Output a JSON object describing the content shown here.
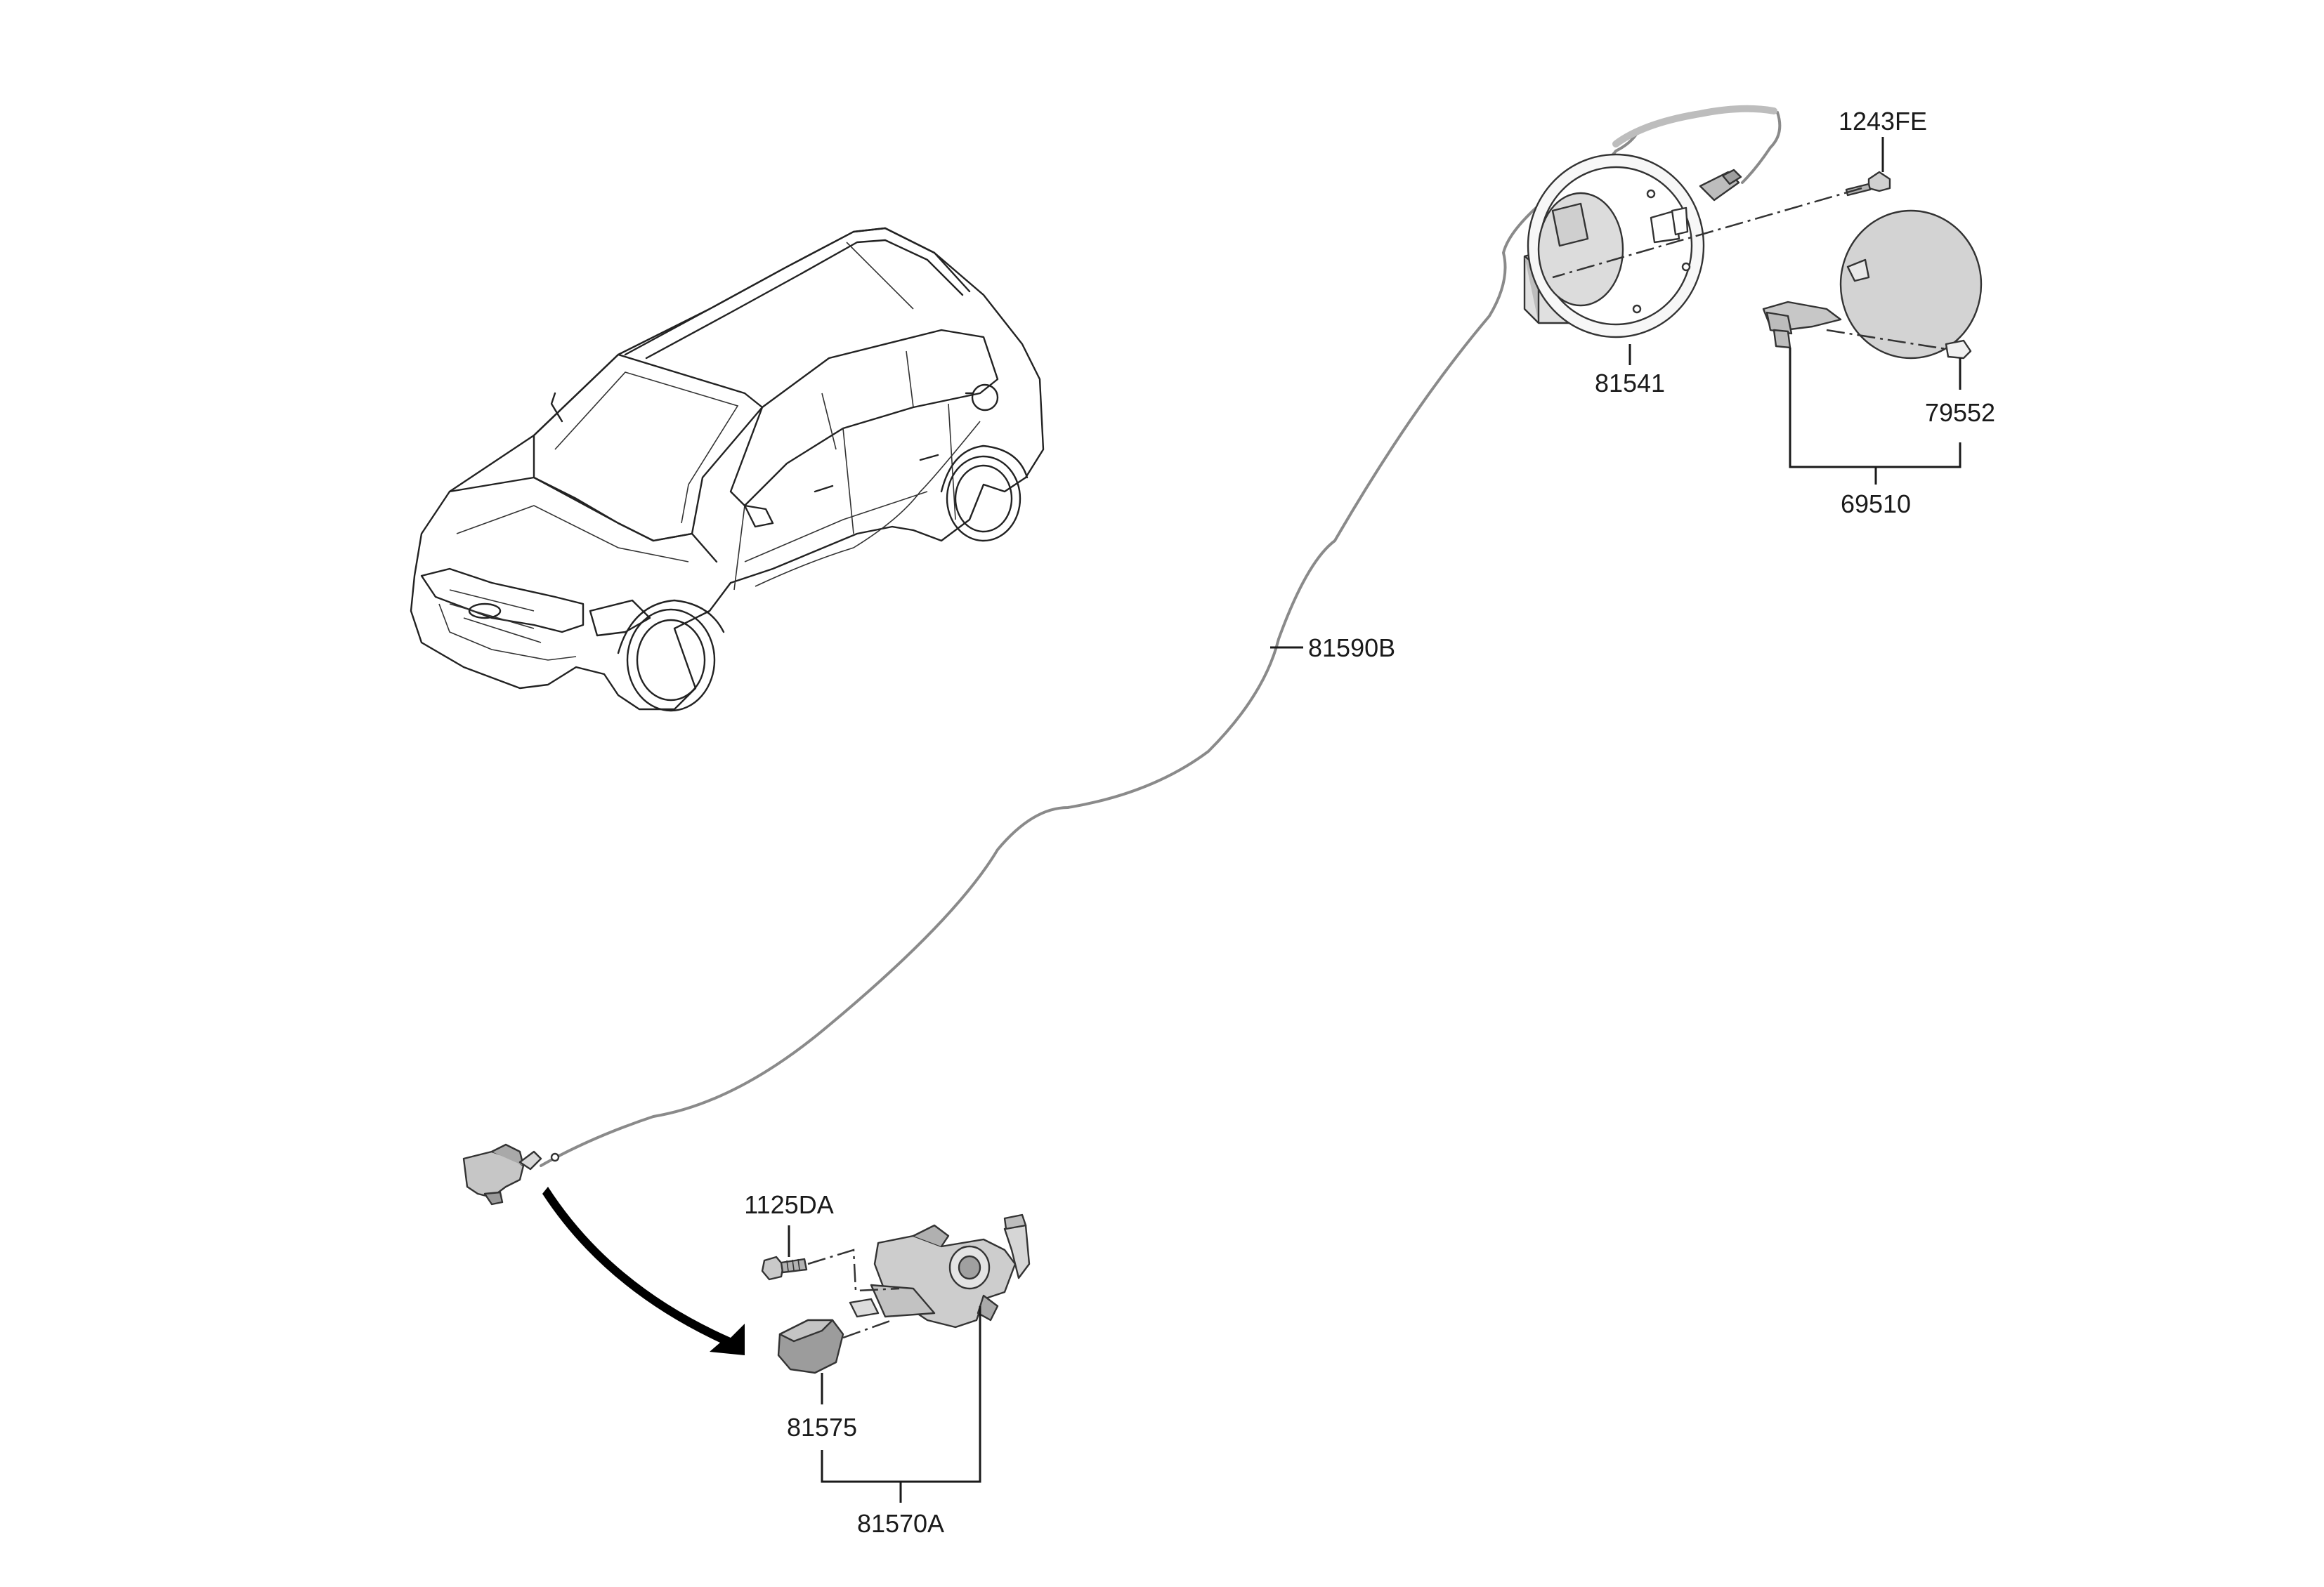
{
  "labels": {
    "p1243FE": "1243FE",
    "p81541": "81541",
    "p79552": "79552",
    "p69510": "69510",
    "p81590B": "81590B",
    "p1125DA": "1125DA",
    "p81575": "81575",
    "p81570A": "81570A"
  },
  "colors": {
    "line": "#1a1a1a",
    "part_fill": "#d2d2d2",
    "cable": "#8a8a8a"
  }
}
